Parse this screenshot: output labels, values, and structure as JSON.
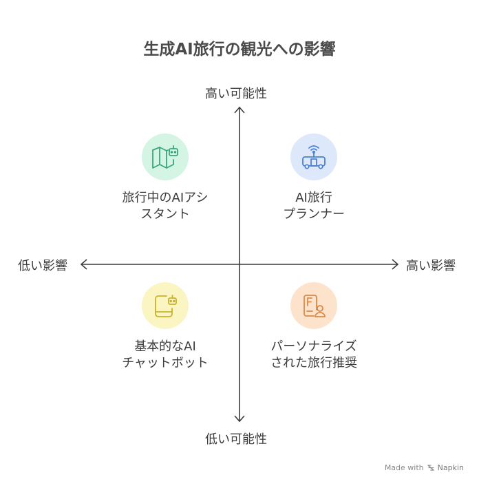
{
  "title": "生成AI旅行の観光への影響",
  "axes": {
    "top": "高い可能性",
    "bottom": "低い可能性",
    "left": "低い影響",
    "right": "高い影響"
  },
  "quadrants": {
    "top_left": {
      "line1": "旅行中のAIアシ",
      "line2": "スタント",
      "icon": "map-robot-icon",
      "color": "#d4f5e4",
      "stroke": "#3aa67a"
    },
    "top_right": {
      "line1": "AI旅行",
      "line2": "プランナー",
      "icon": "connected-bus-icon",
      "color": "#dde8fb",
      "stroke": "#4a7fd6"
    },
    "bottom_left": {
      "line1": "基本的なAI",
      "line2": "チャットボット",
      "icon": "device-robot-icon",
      "color": "#fbf5c4",
      "stroke": "#c9b227"
    },
    "bottom_right": {
      "line1": "パーソナライズ",
      "line2": "された旅行推奨",
      "icon": "personal-profile-icon",
      "color": "#fde3cc",
      "stroke": "#d98a4a"
    }
  },
  "watermark": {
    "prefix": "Made with",
    "brand": "Napkin"
  }
}
